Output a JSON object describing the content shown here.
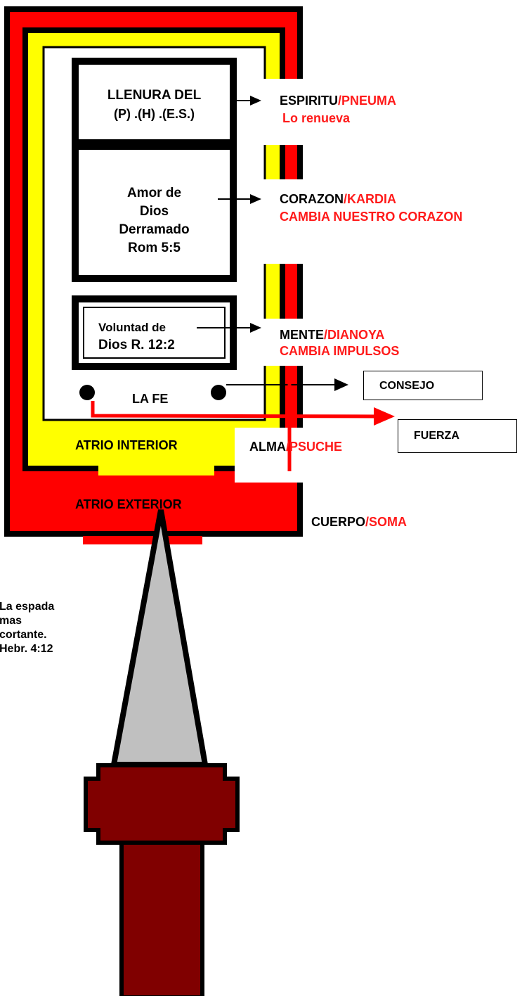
{
  "colors": {
    "outer_court": "#ff0000",
    "inner_court": "#ffff00",
    "sword_blade": "#c0c0c0",
    "sword_handle": "#800000",
    "arrow_red": "#ff0000",
    "text_red": "#ff1a1a"
  },
  "boxes": {
    "llenura": [
      "LLENURA DEL",
      "(P) .(H) .(E.S.)"
    ],
    "amor": [
      "Amor de",
      "Dios",
      "Derramado",
      "Rom 5:5"
    ],
    "voluntad": [
      "Voluntad de",
      "Dios R. 12:2"
    ]
  },
  "labels": {
    "la_fe": "LA FE",
    "atrio_interior": "ATRIO INTERIOR",
    "atrio_exterior": "ATRIO EXTERIOR",
    "consejo": "CONSEJO",
    "fuerza": "FUERZA"
  },
  "right": {
    "espiritu": {
      "a": "ESPIRITU",
      "b": "/PNEUMA",
      "sub": "Lo renueva"
    },
    "corazon": {
      "a": "CORAZON",
      "b": "/KARDIA",
      "sub": "CAMBIA NUESTRO CORAZON"
    },
    "mente": {
      "a": "MENTE",
      "b": "/DIANOYA",
      "sub": "CAMBIA IMPULSOS"
    },
    "alma": {
      "a": "ALMA",
      "b": "/PSUCHE"
    },
    "cuerpo": {
      "a": "CUERPO",
      "b": "/SOMA"
    }
  },
  "sword_text": [
    "La espada",
    "mas",
    "cortante.",
    "Hebr. 4:12"
  ]
}
